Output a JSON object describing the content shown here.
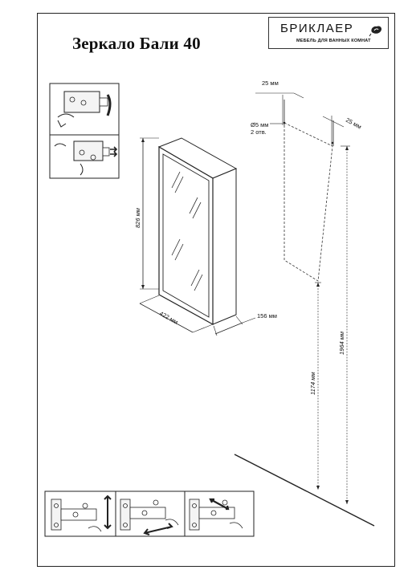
{
  "document": {
    "title": "Зеркало Бали 40"
  },
  "logo": {
    "brand": "БРИКЛАЕР",
    "tagline": "МЕБЕЛЬ ДЛЯ ВАННЫХ КОМНАТ",
    "icon": "rose-icon"
  },
  "dimensions": {
    "cabinet_height": "826 мм",
    "cabinet_width": "422 мм",
    "cabinet_depth": "156 мм",
    "hole_offset_left": "25 мм",
    "hole_offset_right": "25 мм",
    "hole_diameter": "Ø5 мм",
    "hole_count": "2 отв.",
    "mount_height": "1174 мм",
    "top_height": "1964 мм"
  },
  "icons": [
    "hinge-adjust-vertical-icon",
    "hinge-adjust-horizontal-icon",
    "hinge-adjust-depth-icon",
    "cam-lock-rotate-icon",
    "cam-lock-slide-icon"
  ],
  "colors": {
    "line": "#222222",
    "dash": "#333333"
  }
}
